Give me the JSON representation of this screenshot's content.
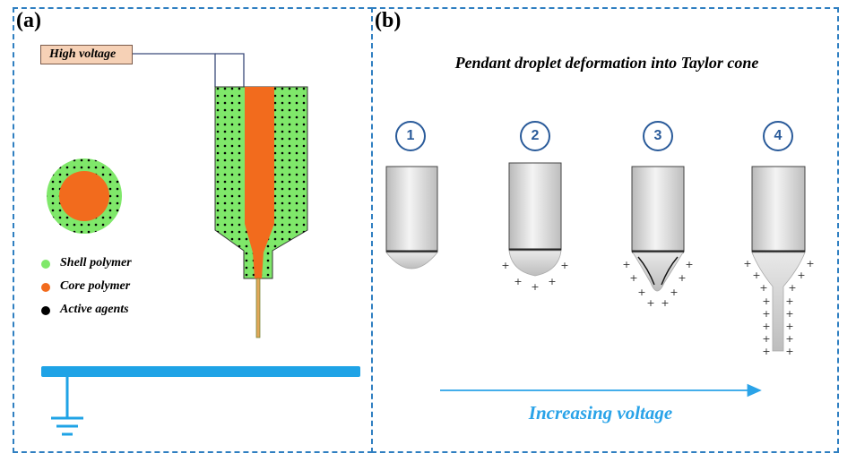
{
  "panel_a": {
    "label": "(a)",
    "high_voltage": "High voltage",
    "legend": [
      {
        "label": "Shell polymer",
        "color": "#7fe86a"
      },
      {
        "label": "Core polymer",
        "color": "#f26b1d"
      },
      {
        "label": "Active agents",
        "color": "#000000"
      }
    ]
  },
  "panel_b": {
    "label": "(b)",
    "title": "Pendant droplet deformation into Taylor cone",
    "steps": [
      "1",
      "2",
      "3",
      "4"
    ],
    "arrow_label": "Increasing voltage"
  },
  "colors": {
    "frame": "#2f7fc1",
    "shell": "#7fe86a",
    "core": "#f26b1d",
    "ground": "#1fa3e6",
    "arrow": "#2aa3e8",
    "step_circle": "#2a5b9a"
  }
}
